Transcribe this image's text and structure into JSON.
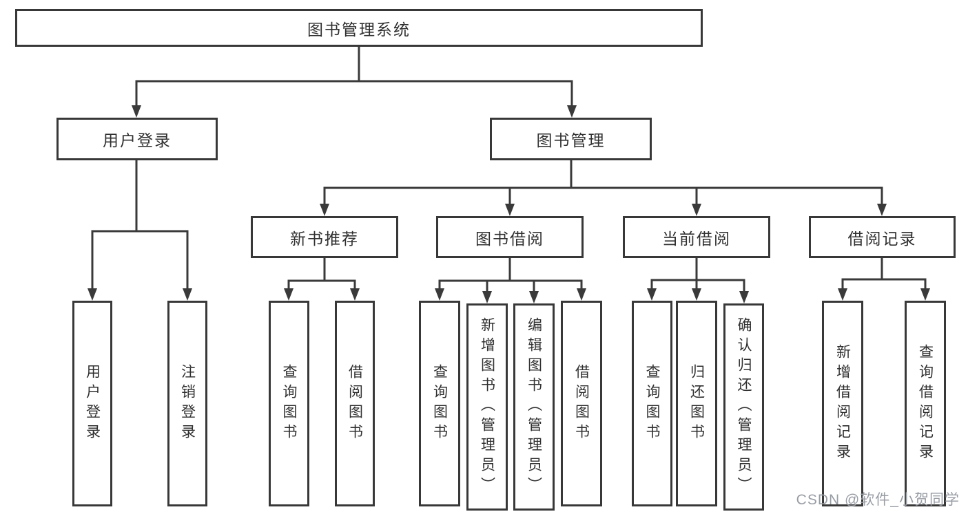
{
  "diagram": {
    "root": {
      "label": "图书管理系统"
    },
    "branches": [
      {
        "label": "用户登录",
        "children": [
          {
            "label": "用户登录"
          },
          {
            "label": "注销登录"
          }
        ]
      },
      {
        "label": "图书管理",
        "children": [
          {
            "label": "新书推荐",
            "children": [
              {
                "label": "查询图书"
              },
              {
                "label": "借阅图书"
              }
            ]
          },
          {
            "label": "图书借阅",
            "children": [
              {
                "label": "查询图书"
              },
              {
                "label": "新增图书（管理员）"
              },
              {
                "label": "编辑图书（管理员）"
              },
              {
                "label": "借阅图书"
              }
            ]
          },
          {
            "label": "当前借阅",
            "children": [
              {
                "label": "查询图书"
              },
              {
                "label": "归还图书"
              },
              {
                "label": "确认归还（管理员）"
              }
            ]
          },
          {
            "label": "借阅记录",
            "children": [
              {
                "label": "新增借阅记录"
              },
              {
                "label": "查询借阅记录"
              }
            ]
          }
        ]
      }
    ]
  },
  "watermark": {
    "text": "CSDN @软件_小贺同学"
  },
  "colors": {
    "line": "#3a3a3a",
    "border": "#383838",
    "text": "#303030",
    "background": "#ffffff",
    "watermark": "#989da4"
  }
}
